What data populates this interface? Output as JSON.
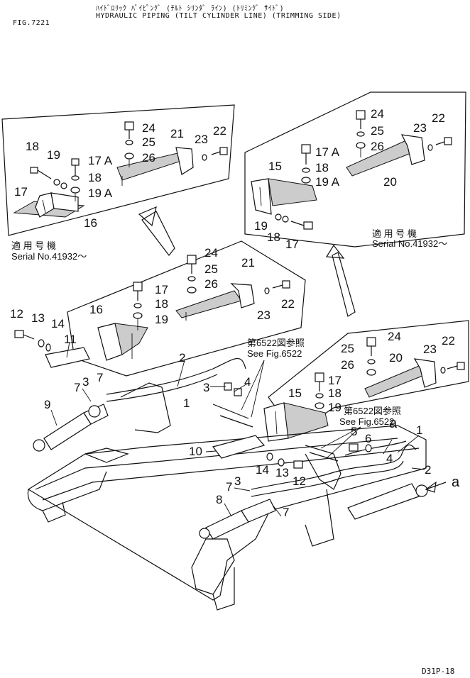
{
  "header": {
    "fig_number": "FIG.7221",
    "title_jp": "ﾊｲﾄﾞﾛﾘｯｸ ﾊﾟｲﾋﾟﾝｸﾞ (ﾁﾙﾄ ｼﾘﾝﾀﾞ ﾗｲﾝ) (ﾄﾘﾐﾝｸﾞ ｻｲﾄﾞ)",
    "title_en": "HYDRAULIC PIPING (TILT CYLINDER LINE) (TRIMMING SIDE)"
  },
  "serial_notes": {
    "left": {
      "jp": "適 用 号 機",
      "en": "Serial  No.41932～"
    },
    "right": {
      "jp": "適 用 号 機",
      "en": "Serial  No.41932～"
    }
  },
  "references": {
    "upper": {
      "jp": "第6522図参照",
      "en": "See Fig.6522"
    },
    "lower": {
      "jp": "第6522図参照",
      "en": "See Fig.6522"
    }
  },
  "connector_label": "a",
  "page_code": "D31P-18",
  "callouts": {
    "top_left_panel": [
      "18",
      "19",
      "17 A",
      "18",
      "19 A",
      "17",
      "16",
      "24",
      "25",
      "26",
      "21",
      "23",
      "22"
    ],
    "top_right_panel": [
      "24",
      "25",
      "26",
      "17 A",
      "18",
      "19 A",
      "15",
      "20",
      "23",
      "22",
      "19",
      "18",
      "17"
    ],
    "middle_left_panel": [
      "24",
      "25",
      "26",
      "21",
      "17",
      "18",
      "19",
      "16",
      "23",
      "22"
    ],
    "middle_right_panel": [
      "24",
      "25",
      "26",
      "20",
      "23",
      "22",
      "17",
      "18",
      "19",
      "15"
    ],
    "main_assembly": [
      "12",
      "13",
      "14",
      "11",
      "2",
      "1",
      "3",
      "4",
      "7",
      "3",
      "7",
      "9",
      "10",
      "5",
      "6",
      "1",
      "4",
      "2",
      "14",
      "13",
      "12",
      "3",
      "7",
      "8",
      "7"
    ]
  }
}
